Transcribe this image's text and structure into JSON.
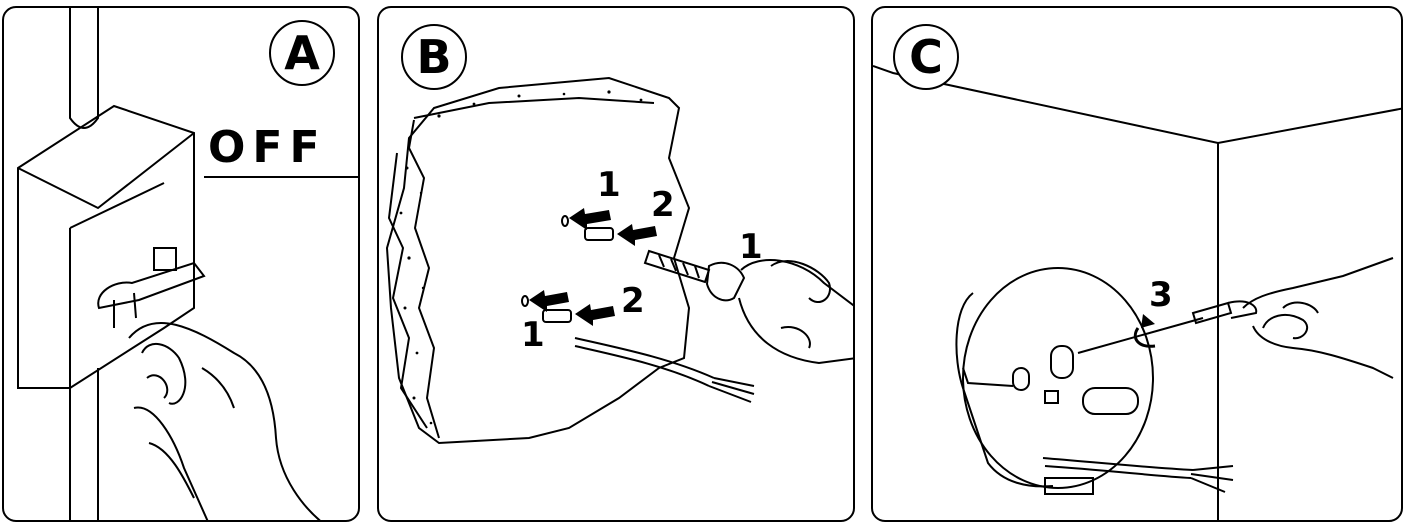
{
  "panels": [
    {
      "badge": "A",
      "label": "OFF"
    },
    {
      "badge": "B",
      "step_labels": [
        "1",
        "2",
        "2",
        "1",
        "1"
      ]
    },
    {
      "badge": "C",
      "step_label": "3"
    }
  ],
  "colors": {
    "line": "#000000",
    "background": "#ffffff"
  }
}
